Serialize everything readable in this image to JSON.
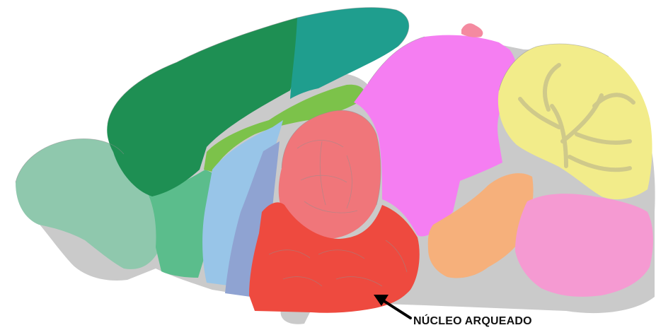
{
  "annotation": {
    "label": "NÚCLEO ARQUEADO"
  },
  "regions": [
    {
      "id": "olfactory-bulb",
      "color": "#8fc8ad"
    },
    {
      "id": "olfactory-area",
      "color": "#5bbd8c"
    },
    {
      "id": "isocortex",
      "color": "#1e8f53"
    },
    {
      "id": "isocortex-posterior",
      "color": "#1f9e8e"
    },
    {
      "id": "hippocampal-formation",
      "color": "#7cc24a"
    },
    {
      "id": "striatum",
      "color": "#98c5e8"
    },
    {
      "id": "pallidum",
      "color": "#8fa3d2"
    },
    {
      "id": "thalamus",
      "color": "#f0767a"
    },
    {
      "id": "hypothalamus",
      "color": "#ee4a3f"
    },
    {
      "id": "midbrain",
      "color": "#f57ef2"
    },
    {
      "id": "pons",
      "color": "#f6b07b"
    },
    {
      "id": "medulla",
      "color": "#f59ad2"
    },
    {
      "id": "cerebellum",
      "color": "#f2ec8a"
    },
    {
      "id": "fiber-tracts",
      "color": "#cacaca"
    }
  ]
}
